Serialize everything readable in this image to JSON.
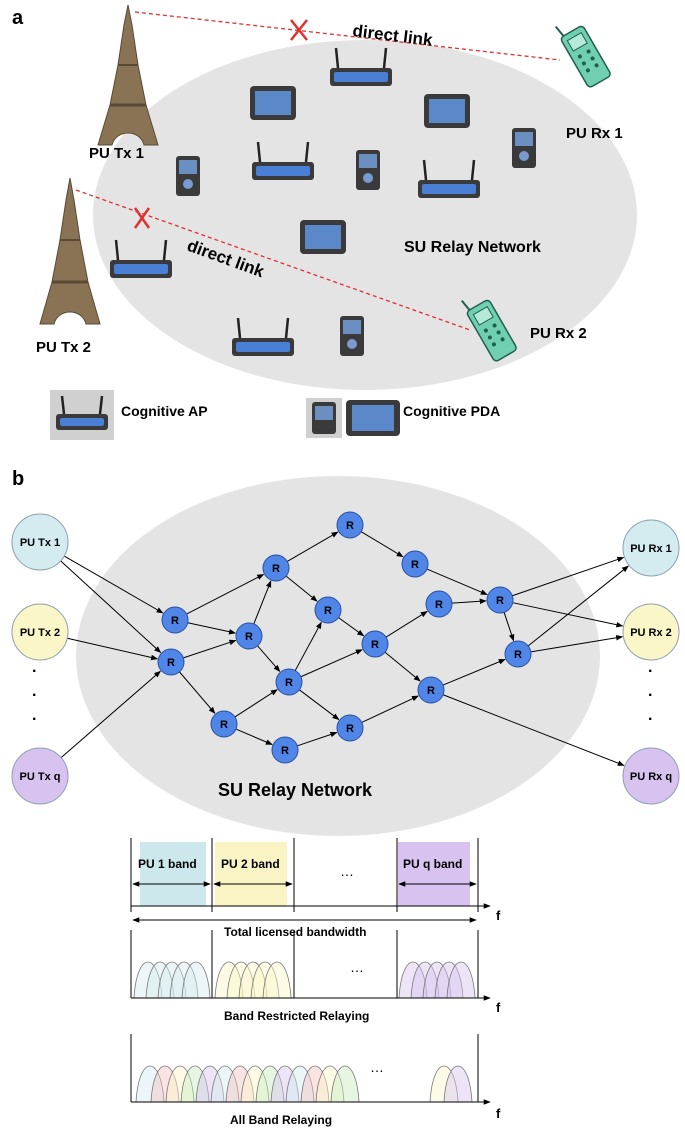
{
  "panel_a": {
    "label": "a",
    "tx1_label": "PU Tx 1",
    "tx2_label": "PU Tx 2",
    "rx1_label": "PU Rx 1",
    "rx2_label": "PU Rx 2",
    "direct_link_1": "direct link",
    "direct_link_2": "direct link",
    "relay_network_label": "SU Relay Network",
    "legend_ap": "Cognitive AP",
    "legend_pda": "Cognitive PDA"
  },
  "panel_b": {
    "label": "b",
    "tx_nodes": [
      "PU Tx 1",
      "PU Tx 2",
      "PU Tx q"
    ],
    "rx_nodes": [
      "PU Rx 1",
      "PU Rx 2",
      "PU Rx q"
    ],
    "relay_label": "R",
    "relay_network_label": "SU Relay Network",
    "tx_colors": [
      "#d4ecf0",
      "#fbf6c8",
      "#d8c3f0"
    ],
    "relay_color": "#4f86e8",
    "band_labels": [
      "PU 1 band",
      "PU 2 band",
      "PU q band"
    ],
    "ellipsis": "…",
    "total_label": "Total licensed bandwidth",
    "f_label": "f",
    "band_restricted_label": "Band Restricted Relaying",
    "all_band_label": "All Band Relaying",
    "vertical_dot": "."
  }
}
